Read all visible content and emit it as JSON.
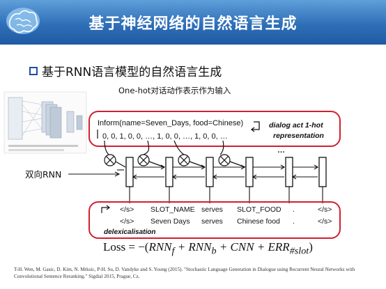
{
  "slide": {
    "title": "基于神经网络的自然语言生成",
    "heading": "基于RNN语言模型的自然语言生成",
    "onehot_note": "One-hot对话动作表示作为输入",
    "bidirectional_label": "双向RNN",
    "loss_prefix": "Loss = −(",
    "loss_terms": [
      "RNN",
      "f",
      " + RNN",
      "b",
      " + CNN + ERR",
      "#slot",
      ")"
    ],
    "citation": "T-H. Wen, M. Gasic, D. Kim, N. Mrksic, P-H. Su, D. Vandyke and S. Young (2015). \"Stochastic Language Generation in Dialogue using Recurrent Neural Networks with Convolutional Sentence Reranking.\" Sigdial 2015, Prague, Cz."
  },
  "top_box": {
    "inform_line": "Inform(name=Seven_Days, food=Chinese)",
    "vector_line": "0, 0, 1, 0, 0, …, 1, 0, 0, …, 1, 0, 0, …",
    "annotation_line1": "dialog act 1-hot",
    "annotation_line2": "representation",
    "ellipsis": "…"
  },
  "bottom_box": {
    "row1": [
      "</s>",
      "SLOT_NAME",
      "serves",
      "SLOT_FOOD",
      ".",
      "</s>"
    ],
    "row2": [
      "</s>",
      "Seven Days",
      "serves",
      "Chinese food",
      ".",
      "</s>"
    ],
    "annotation": "delexicalisation"
  },
  "colors": {
    "title_bar": "#2f6fb8",
    "highlight_box": "#d02030",
    "bullet": "#1f4f9f"
  }
}
